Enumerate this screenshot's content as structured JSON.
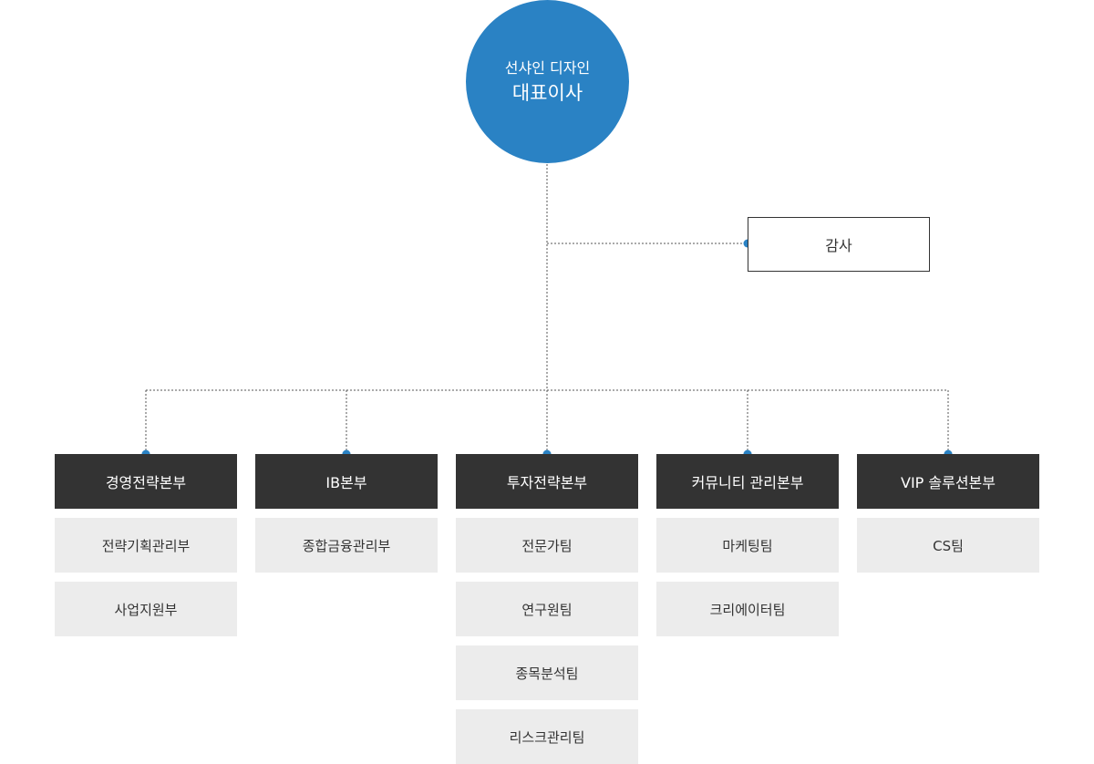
{
  "ceo": {
    "company": "선샤인 디자인",
    "title": "대표이사"
  },
  "audit": {
    "label": "감사"
  },
  "divisions": [
    {
      "name": "경영전략본부",
      "teams": [
        "전략기획관리부",
        "사업지원부"
      ]
    },
    {
      "name": "IB본부",
      "teams": [
        "종합금융관리부"
      ]
    },
    {
      "name": "투자전략본부",
      "teams": [
        "전문가팀",
        "연구원팀",
        "종목분석팀",
        "리스크관리팀"
      ]
    },
    {
      "name": "커뮤니티 관리본부",
      "teams": [
        "마케팅팀",
        "크리에이터팀"
      ]
    },
    {
      "name": "VIP 솔루션본부",
      "teams": [
        "CS팀"
      ]
    }
  ],
  "colors": {
    "accent": "#2a82c4",
    "division_bg": "#333333",
    "team_bg": "#ececec",
    "line": "#555555"
  }
}
